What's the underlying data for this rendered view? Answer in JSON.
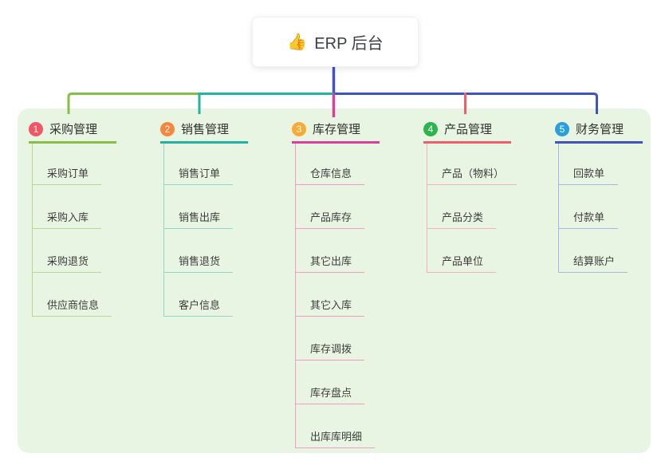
{
  "root": {
    "icon": "👍",
    "label": "ERP 后台"
  },
  "colors": {
    "panel_bg": "#e9f5e3",
    "root_line": "#4153c6"
  },
  "branches": [
    {
      "num": "1",
      "label": "采购管理",
      "badge_color": "#f25563",
      "line_color": "#84bf4a",
      "child_line_color": "#b7d98f",
      "children": [
        "采购订单",
        "采购入库",
        "采购退货",
        "供应商信息"
      ]
    },
    {
      "num": "2",
      "label": "销售管理",
      "badge_color": "#f8863d",
      "line_color": "#25b2a3",
      "child_line_color": "#90d8cc",
      "children": [
        "销售订单",
        "销售出库",
        "销售退货",
        "客户信息"
      ]
    },
    {
      "num": "3",
      "label": "库存管理",
      "badge_color": "#fbab33",
      "line_color": "#da3f9d",
      "child_line_color": "#f49ac8",
      "children": [
        "仓库信息",
        "产品库存",
        "其它出库",
        "其它入库",
        "库存调拨",
        "库存盘点",
        "出库库明细"
      ]
    },
    {
      "num": "4",
      "label": "产品管理",
      "badge_color": "#2db44e",
      "line_color": "#ee5f6b",
      "child_line_color": "#f9b0b4",
      "children": [
        "产品（物料）",
        "产品分类",
        "产品单位"
      ]
    },
    {
      "num": "5",
      "label": "财务管理",
      "badge_color": "#29a0dc",
      "line_color": "#3e54c2",
      "child_line_color": "#a7b6e9",
      "children": [
        "回款单",
        "付款单",
        "结算账户"
      ]
    }
  ]
}
